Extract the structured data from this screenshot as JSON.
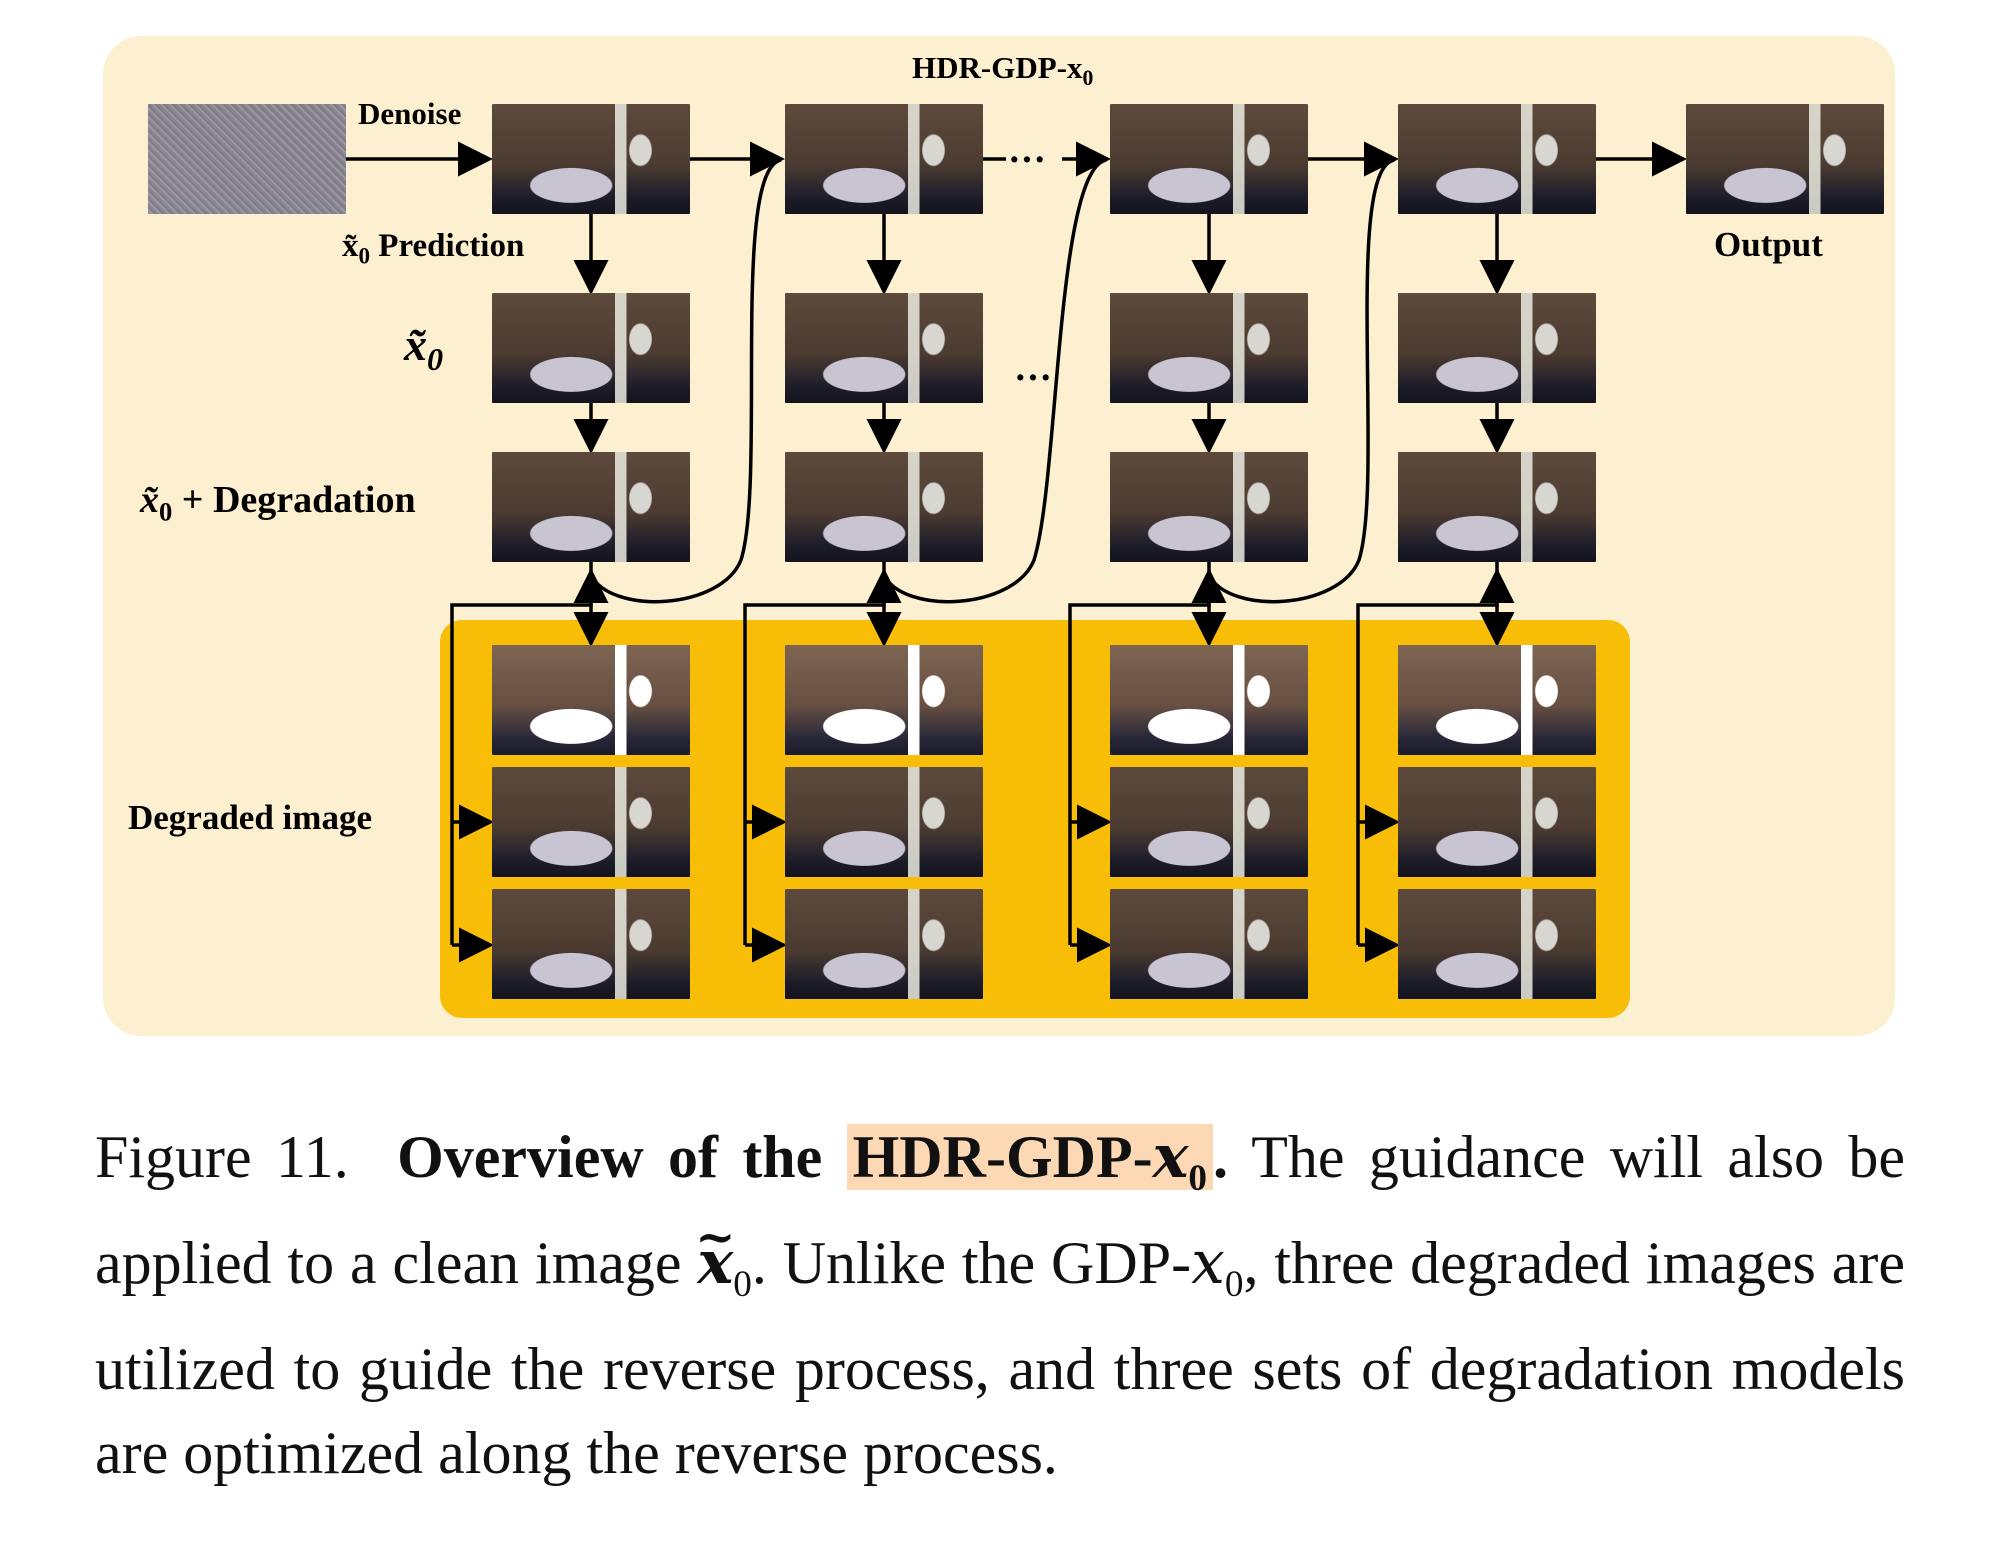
{
  "diagram": {
    "title": "HDR-GDP-x",
    "title_sub": "0",
    "denoise_label": "Denoise",
    "prediction_label": "x̃",
    "prediction_sub": "0",
    "prediction_suffix": " Prediction",
    "x0_label": "x̃",
    "x0_sub": "0",
    "degradation_label": "x̃",
    "degradation_sub": "0",
    "degradation_suffix": " + Degradation",
    "degraded_label": "Degraded image",
    "output_label": "Output",
    "ellipsis": "···",
    "colors": {
      "panel": "#fdf0d0",
      "degraded_panel": "#f8bd07",
      "highlight": "#fcd8b4"
    }
  },
  "caption": {
    "fig_num": "Figure 11.",
    "bold_prefix": "Overview of the ",
    "bold_highlight": "HDR-GDP-",
    "hl_var": "x",
    "hl_sub": "0",
    "bold_end": ".",
    "text1": " The guidance will also be applied to a clean image ",
    "var1": "x",
    "sub1": "0",
    "text2": ". Unlike the GDP-",
    "var2": "x",
    "sub2": "0",
    "text3": ", three degraded images are utilized to guide the reverse process, and three sets of degradation models are optimized along the reverse process."
  }
}
